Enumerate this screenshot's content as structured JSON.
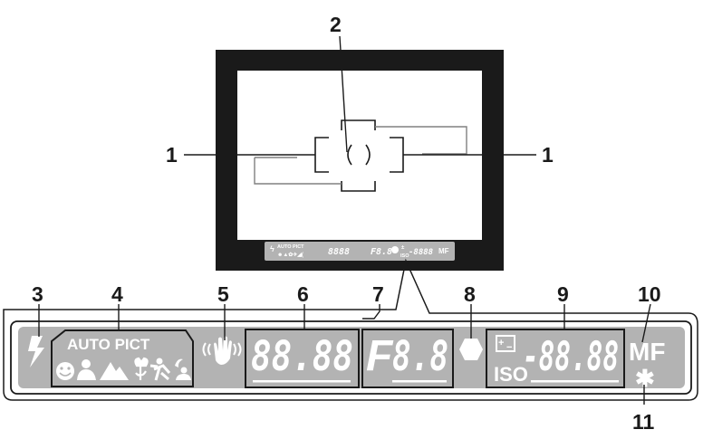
{
  "callouts": {
    "n1_left": "1",
    "n1_right": "1",
    "n2": "2",
    "n3": "3",
    "n4": "4",
    "n5": "5",
    "n6": "6",
    "n7": "7",
    "n8": "8",
    "n9": "9",
    "n10": "10",
    "n11": "11"
  },
  "viewfinder": {
    "mini_auto_pict": "AUTO PICT",
    "mini_shutter": "8888",
    "mini_aperture": "F8.8",
    "mini_exposure": "-8888",
    "mini_iso": "ISO",
    "mini_mf": "MF"
  },
  "lcd": {
    "auto_pict": "AUTO PICT",
    "shutter_digits": "88.88",
    "aperture_f": "F",
    "aperture_digits": "8.8",
    "exposure_digits": "-88.88",
    "iso_label": "ISO",
    "mf_label": "MF",
    "asterisk": "✱"
  },
  "colors": {
    "lcd_background": "#b3b3b3",
    "frame": "#1a1a1a",
    "viewfinder_outer": "#1a1a1a",
    "viewfinder_inner": "#ffffff"
  }
}
